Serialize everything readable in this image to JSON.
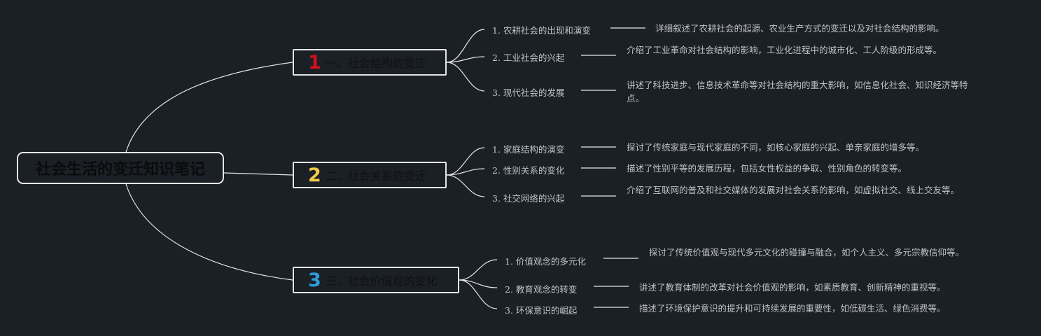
{
  "root": {
    "title": "社会生活的变迁知识笔记"
  },
  "colors": {
    "background": "#1b1f26",
    "line": "#e6e6e6",
    "text": "#bfc3c8",
    "num_red": "#d0121b",
    "num_yellow": "#f2c94c",
    "num_blue": "#2d9cdb"
  },
  "branches": [
    {
      "num": "1",
      "label": "一、社会结构的变迁",
      "items": [
        {
          "label": "1. 农耕社会的出现和演变",
          "desc": "详细叙述了农耕社会的起源、农业生产方式的变迁以及对社会结构的影响。"
        },
        {
          "label": "2. 工业社会的兴起",
          "desc": "介绍了工业革命对社会结构的影响，工业化进程中的城市化、工人阶级的形成等。"
        },
        {
          "label": "3. 现代社会的发展",
          "desc": "讲述了科技进步、信息技术革命等对社会结构的重大影响，如信息化社会、知识经济等特点。"
        }
      ]
    },
    {
      "num": "2",
      "label": "二、社会关系的变迁",
      "items": [
        {
          "label": "1. 家庭结构的演变",
          "desc": "探讨了传统家庭与现代家庭的不同，如核心家庭的兴起、单亲家庭的增多等。"
        },
        {
          "label": "2. 性别关系的变化",
          "desc": "描述了性别平等的发展历程，包括女性权益的争取、性别角色的转变等。"
        },
        {
          "label": "3. 社交网络的兴起",
          "desc": "介绍了互联网的普及和社交媒体的发展对社会关系的影响，如虚拟社交、线上交友等。"
        }
      ]
    },
    {
      "num": "3",
      "label": "三、社会价值观的变化",
      "items": [
        {
          "label": "1. 价值观念的多元化",
          "desc": "探讨了传统价值观与现代多元文化的碰撞与融合，如个人主义、多元宗教信仰等。"
        },
        {
          "label": "2. 教育观念的转变",
          "desc": "讲述了教育体制的改革对社会价值观的影响，如素质教育、创新精神的重视等。"
        },
        {
          "label": "3. 环保意识的崛起",
          "desc": "描述了环境保护意识的提升和可持续发展的重要性，如低碳生活、绿色消费等。"
        }
      ]
    }
  ]
}
